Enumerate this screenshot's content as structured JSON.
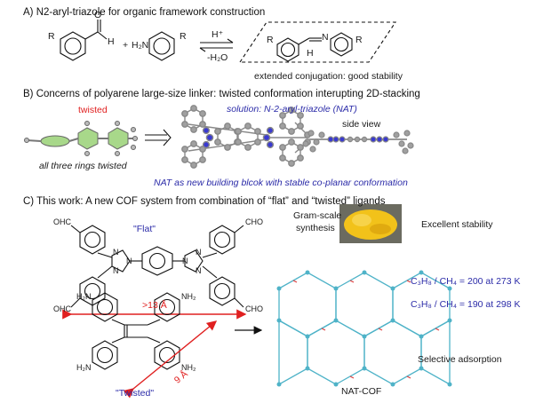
{
  "section_a": {
    "title": "A) N2-aryl-triazole for organic framework construction",
    "r_left": "R",
    "h_aldehyde": "H",
    "o_aldehyde": "O",
    "plus": "+",
    "amine_label": "H₂N",
    "r_amine": "R",
    "arrow_top": "H⁺",
    "arrow_bottom": "-H₂O",
    "r_imine_left": "R",
    "n_imine": "N",
    "h_imine": "H",
    "r_imine_right": "R",
    "caption": "extended conjugation: good stability"
  },
  "section_b": {
    "title": "B) Concerns of polyarene large-size linker: twisted conformation interupting 2D-stacking",
    "twisted_label": "twisted",
    "left_caption": "all three rings twisted",
    "solution_label": "solution: N-2-aryl-triazole (NAT)",
    "side_view_label": "side view",
    "bottom_caption": "NAT as new building blcok with stable co-planar conformation"
  },
  "section_c": {
    "title": "C) This work: A new COF system from combination of “flat” and “twisted” ligands",
    "flat_label": "\"Flat\"",
    "cho_tl": "OHC",
    "cho_tr": "CHO",
    "cho_bl": "OHC",
    "cho_br": "CHO",
    "n_labels": [
      "N",
      "N",
      "N",
      "N",
      "N",
      "N"
    ],
    "distance_flat": ">13 Å",
    "nh2_tl": "H₂N",
    "nh2_tr": "NH₂",
    "nh2_bl": "H₂N",
    "nh2_br": "NH₂",
    "distance_twisted": "9 Å",
    "twisted_label": "\"Twisted\"",
    "gram_scale": [
      "Gram-scale",
      "synthesis"
    ],
    "stability": "Excellent stability",
    "ratio1": {
      "gas1": "C₃H₈",
      "sep": " / ",
      "gas2": "CH₄",
      "value": " = 200 at 273 K"
    },
    "ratio2": {
      "gas1": "C₃H₈",
      "sep": " / ",
      "gas2": "CH₄",
      "value": " = 190 at 298 K"
    },
    "adsorption": "Selective adsorption",
    "cof_name": "NAT-COF"
  },
  "colors": {
    "accent_red": "#e02020",
    "accent_blue": "#2b2ba8",
    "ring_green": "#a8d88a",
    "atom_gray": "#9a9a9a",
    "nitrogen_blue": "#3a3ad0",
    "powder_yellow": "#f2c21a",
    "cof_cyan": "#4fb3c8"
  }
}
